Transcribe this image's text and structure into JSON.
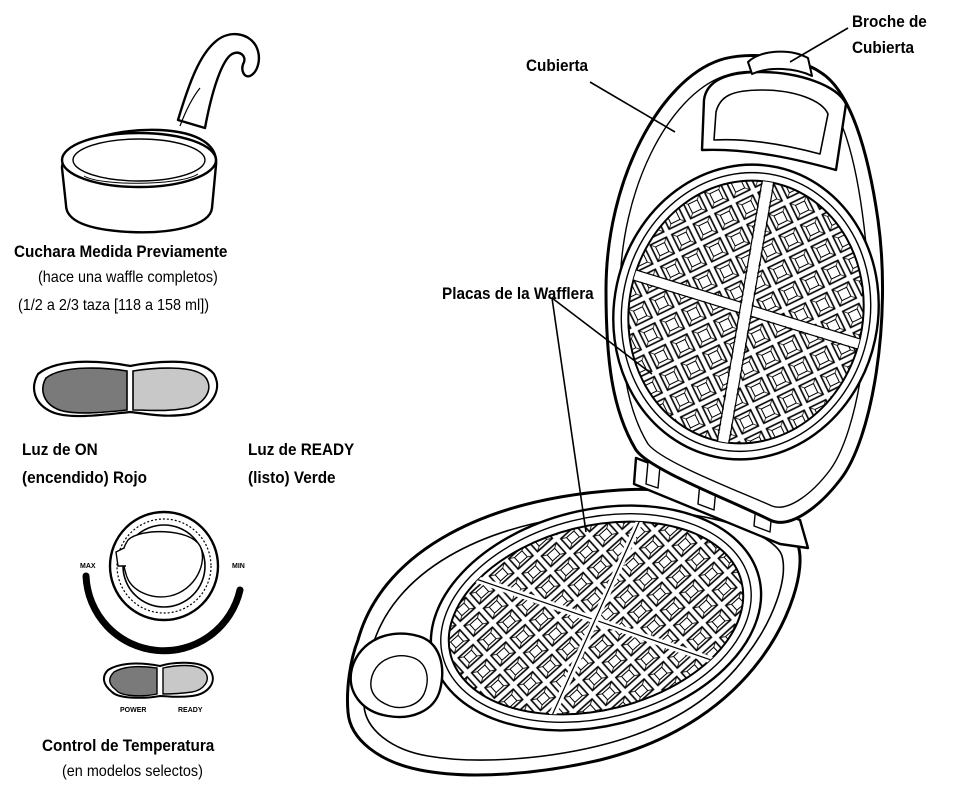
{
  "labels": {
    "broche_l1": "Broche de",
    "broche_l2": "Cubierta",
    "cubierta": "Cubierta",
    "placas": "Placas de la Wafflera",
    "cuchara_title": "Cuchara Medida Previamente",
    "cuchara_sub1": "(hace una waffle completos)",
    "cuchara_sub2": "(1/2 a 2/3 taza [118 a 158 ml])",
    "luz_on_l1": "Luz de ON",
    "luz_on_l2": "(encendido) Rojo",
    "luz_ready_l1": "Luz de READY",
    "luz_ready_l2": "(listo) Verde",
    "control_title": "Control de Temperatura",
    "control_sub": "(en modelos selectos)"
  },
  "dial": {
    "max_label": "MAX",
    "min_label": "MIN"
  },
  "indicator": {
    "power_label": "POWER",
    "ready_label": "READY"
  },
  "colors": {
    "on_light": "#7a7a7a",
    "ready_light": "#c8c8c8",
    "line": "#000000",
    "background": "#ffffff"
  }
}
